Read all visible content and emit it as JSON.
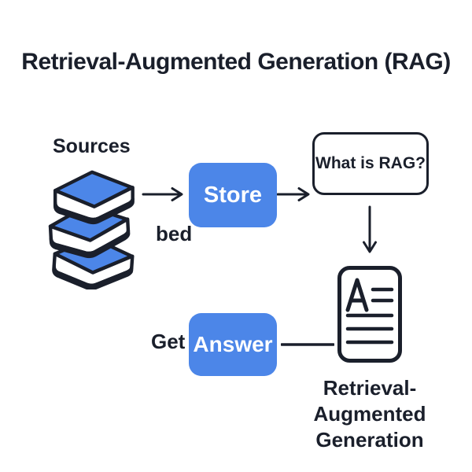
{
  "title": "Retrieval-Augmented Generation (RAG)",
  "colors": {
    "accent_blue": "#4C86E8",
    "ink": "#1A1F2B",
    "background": "#FFFFFF",
    "button_text": "#FFFFFF"
  },
  "diagram": {
    "sources": {
      "label": "Sources",
      "icon": "book-stack-icon"
    },
    "store_node": {
      "label": "Store"
    },
    "embed_caption": "bed",
    "question_node": {
      "label": "What is RAG?"
    },
    "get_caption": "Get",
    "answer_node": {
      "label": "Answer"
    },
    "document_node": {
      "icon": "document-icon",
      "label_lines": [
        "Retrieval-",
        "Augmented",
        "Generation"
      ]
    }
  }
}
